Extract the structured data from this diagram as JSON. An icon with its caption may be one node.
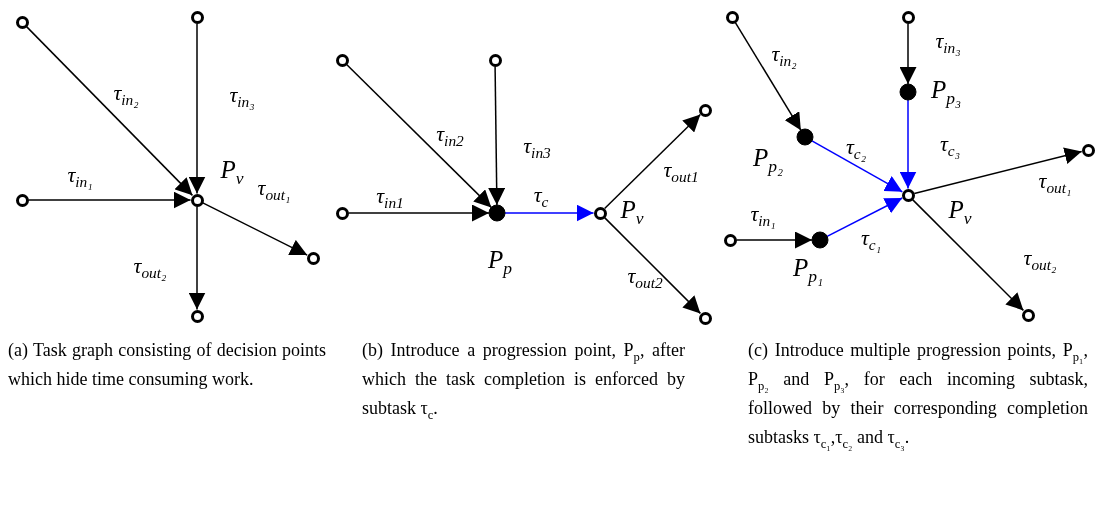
{
  "diagram": {
    "nodes": [
      {
        "text": [],
        "shape": "circle"
      },
      {
        "text": [],
        "shape": "circle"
      },
      {
        "text": [],
        "shape": "circle"
      },
      {
        "text": [
          "P$_{v}$"
        ]
      },
      {
        "text": [],
        "shape": "circle"
      },
      {
        "text": [],
        "shape": "circle"
      },
      {
        "text": [],
        "shape": "circle"
      },
      {
        "text": [],
        "shape": "circle"
      },
      {
        "text": [],
        "shape": "circle"
      },
      {
        "text": [
          "P$_{p}$"
        ]
      },
      {
        "text": [
          "P$_{v}$"
        ]
      },
      {
        "text": [],
        "shape": "circle"
      },
      {
        "text": [],
        "shape": "circle"
      },
      {
        "text": [],
        "shape": "circle"
      },
      {
        "text": [],
        "shape": "circle"
      },
      {
        "text": [],
        "shape": "circle"
      },
      {
        "text": [
          "P$_{p₂}$"
        ]
      },
      {
        "text": [
          "P$_{p₃}$"
        ]
      },
      {
        "text": [
          "P$_{p₁}$"
        ]
      },
      {
        "text": [
          "P$_{v}$"
        ]
      },
      {
        "text": [],
        "shape": "circle"
      },
      {
        "text": [],
        "shape": "circle"
      }
    ],
    "edges": [
      {
        "from": 0,
        "to": 3,
        "arrow": "to",
        "label": "τ$_{in₂}$"
      },
      {
        "from": 1,
        "to": 3,
        "arrow": "to",
        "label": "τ$_{in₃}$"
      },
      {
        "from": 2,
        "to": 3,
        "arrow": "to",
        "label": "τ$_{in₁}$"
      },
      {
        "from": 3,
        "to": 4,
        "arrow": "to",
        "label": "τ$_{out₁}$"
      },
      {
        "from": 3,
        "to": 5,
        "arrow": "to",
        "label": "τ$_{out₂}$"
      },
      {
        "from": 6,
        "to": 9,
        "arrow": "to",
        "label": "τ$_{in2}$"
      },
      {
        "from": 7,
        "to": 9,
        "arrow": "to",
        "label": "τ$_{in3}$"
      },
      {
        "from": 8,
        "to": 9,
        "arrow": "to",
        "label": "τ$_{in1}$"
      },
      {
        "from": 9,
        "to": 10,
        "arrow": "to",
        "label": "τ$_{c}$",
        "color": "#0000ff"
      },
      {
        "from": 10,
        "to": 11,
        "arrow": "to",
        "label": "τ$_{out1}$"
      },
      {
        "from": 10,
        "to": 12,
        "arrow": "to",
        "label": "τ$_{out2}$"
      },
      {
        "from": 13,
        "to": 16,
        "arrow": "to",
        "label": "τ$_{in₂}$"
      },
      {
        "from": 14,
        "to": 17,
        "arrow": "to",
        "label": "τ$_{in₃}$"
      },
      {
        "from": 15,
        "to": 18,
        "arrow": "to",
        "label": "τ$_{in₁}$"
      },
      {
        "from": 16,
        "to": 19,
        "arrow": "to",
        "label": "τ$_{c₂}$",
        "color": "#0000ff"
      },
      {
        "from": 17,
        "to": 19,
        "arrow": "to",
        "label": "τ$_{c₃}$",
        "color": "#0000ff"
      },
      {
        "from": 18,
        "to": 19,
        "arrow": "to",
        "label": "τ$_{c₁}$",
        "color": "#0000ff"
      },
      {
        "from": 19,
        "to": 20,
        "arrow": "to",
        "label": "τ$_{out₁}$"
      },
      {
        "from": 19,
        "to": 21,
        "arrow": "to",
        "label": "τ$_{out₂}$"
      }
    ],
    "labels": [
      "(a) Task graph consisting of decision points which hide time consuming work.",
      "(b) Introduce a progression point, P$_{p}$, after which the task completion is enforced by subtask τ$_{c}$.",
      "(c) Introduce multiple progression points, P$_{p₁}$, P$_{p₂}$ and P$_{p₃}$, for each incoming subtask, followed by their corresponding completion subtasks τ$_{c₁}$,τ$_{c₂}$ and τ$_{c₃}$."
    ]
  }
}
